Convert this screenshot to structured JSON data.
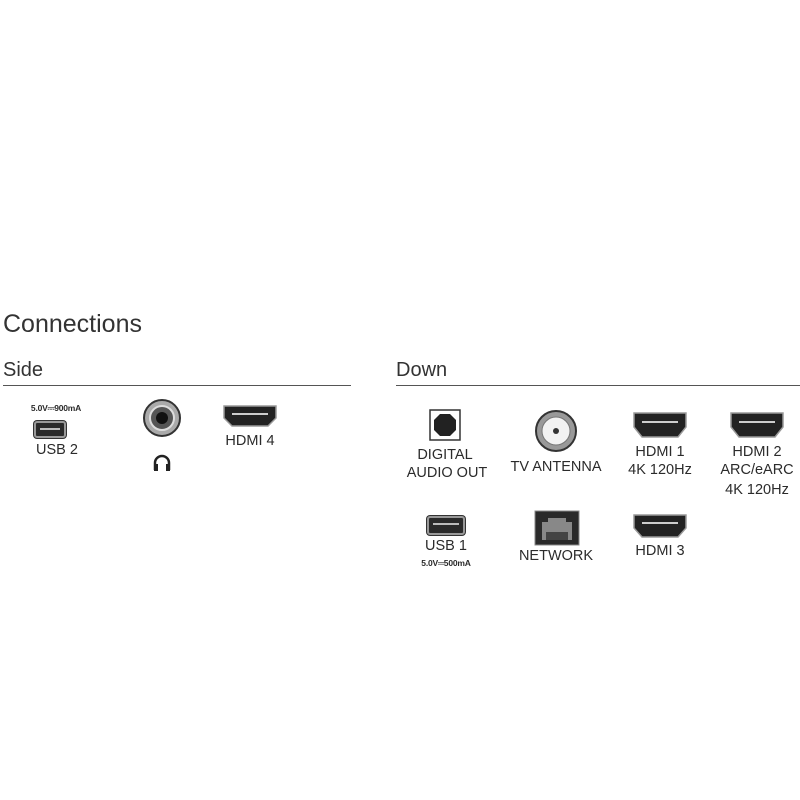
{
  "title": "Connections",
  "side": {
    "heading": "Side",
    "usb2": {
      "spec": "5.0V⎓900mA",
      "label": "USB 2"
    },
    "headphone": {
      "icon": "headphone-icon"
    },
    "hdmi4": {
      "label": "HDMI 4"
    }
  },
  "down": {
    "heading": "Down",
    "digital_audio": {
      "line1": "DIGITAL",
      "line2": "AUDIO OUT"
    },
    "antenna": {
      "label": "TV ANTENNA"
    },
    "hdmi1": {
      "line1": "HDMI 1",
      "line2": "4K 120Hz"
    },
    "hdmi2": {
      "line1": "HDMI 2",
      "line2": "ARC/eARC",
      "line3": "4K 120Hz"
    },
    "usb1": {
      "label": "USB 1",
      "spec": "5.0V═500mA"
    },
    "network": {
      "label": "NETWORK"
    },
    "hdmi3": {
      "label": "HDMI 3"
    }
  }
}
